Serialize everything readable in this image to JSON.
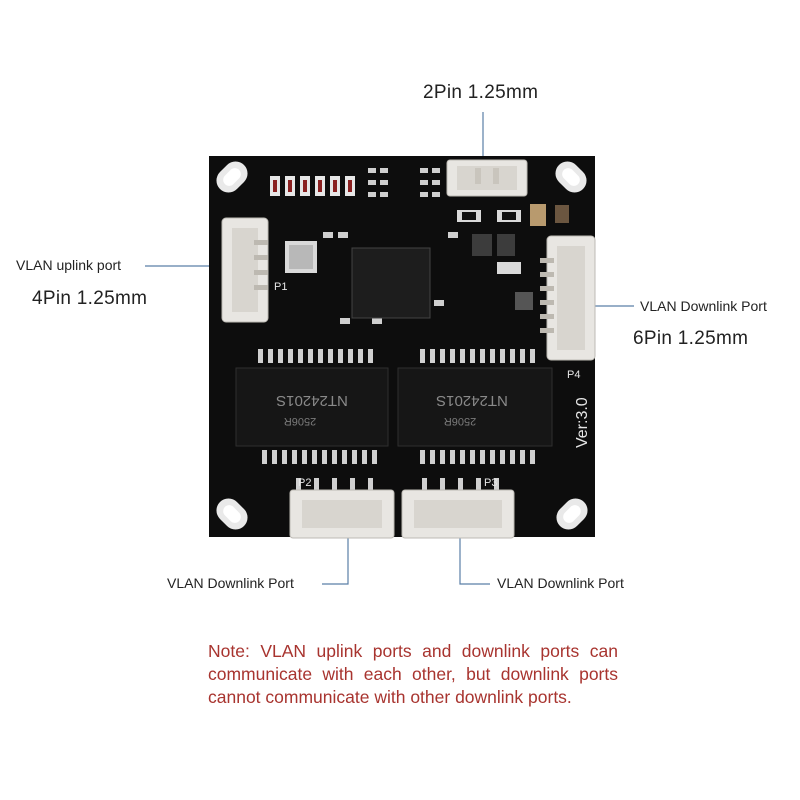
{
  "labels": {
    "top_connector": "2Pin 1.25mm",
    "uplink_port": "VLAN uplink port",
    "uplink_pin": "4Pin 1.25mm",
    "right_port": "VLAN Downlink Port",
    "right_pin": "6Pin 1.25mm",
    "bottom_left_port": "VLAN Downlink Port",
    "bottom_right_port": "VLAN Downlink Port"
  },
  "board": {
    "version": "Ver:3.0",
    "connectors": {
      "p1": "P1",
      "p2": "P2",
      "p3": "P3",
      "p4": "P4"
    },
    "transformer_left": {
      "model": "NT24201S",
      "code": "2506R"
    },
    "transformer_right": {
      "model": "NT24201S",
      "code": "2506R"
    }
  },
  "note": "Note: VLAN uplink ports and downlink ports can communicate with each other, but downlink ports cannot communicate with other downlink ports.",
  "colors": {
    "pcb": "#0d0d0d",
    "note_text": "#a8342f",
    "connector": "#e8e6e2",
    "leader": "#5a7fa6"
  }
}
